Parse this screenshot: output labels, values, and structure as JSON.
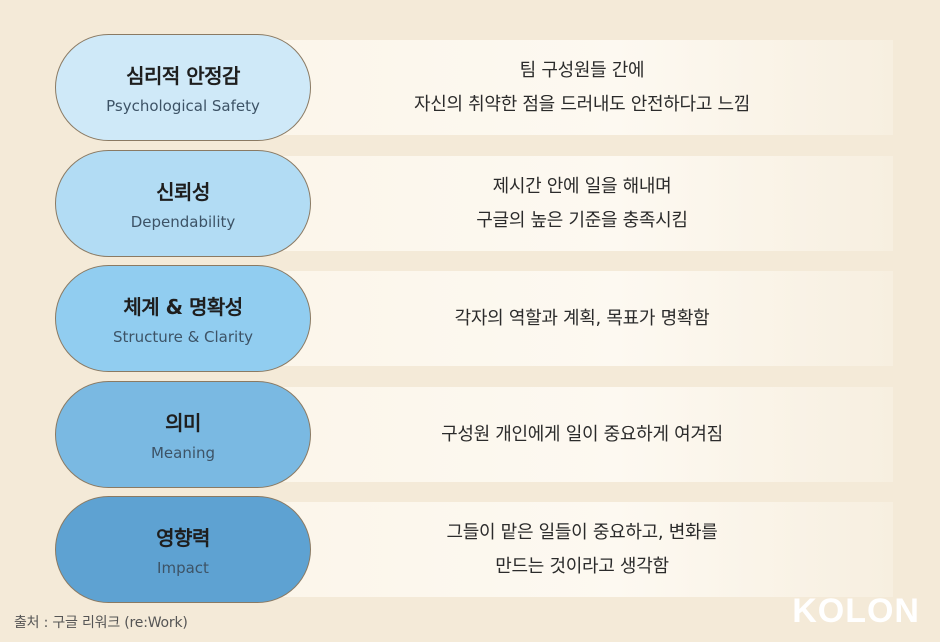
{
  "items": [
    {
      "title_ko": "심리적 안정감",
      "title_en": "Psychological Safety",
      "lines": [
        "팀 구성원들 간에",
        "자신의 취약한 점을 드러내도 안전하다고 느낌"
      ],
      "color": "#cfe9f8"
    },
    {
      "title_ko": "신뢰성",
      "title_en": "Dependability",
      "lines": [
        "제시간 안에 일을 해내며",
        "구글의 높은 기준을 충족시킴"
      ],
      "color": "#b2dcf4"
    },
    {
      "title_ko": "체계 & 명확성",
      "title_en": "Structure & Clarity",
      "lines": [
        "각자의 역할과 계획, 목표가 명확함"
      ],
      "color": "#91cdf0"
    },
    {
      "title_ko": "의미",
      "title_en": "Meaning",
      "lines": [
        "구성원 개인에게 일이 중요하게 여겨짐"
      ],
      "color": "#7ab9e2"
    },
    {
      "title_ko": "영향력",
      "title_en": "Impact",
      "lines": [
        "그들이 맡은 일들이 중요하고, 변화를",
        "만드는 것이라고 생각함"
      ],
      "color": "#5ea2d2"
    }
  ],
  "source": "출처 : 구글 리워크 (re:Work)",
  "logo": "KOLON"
}
